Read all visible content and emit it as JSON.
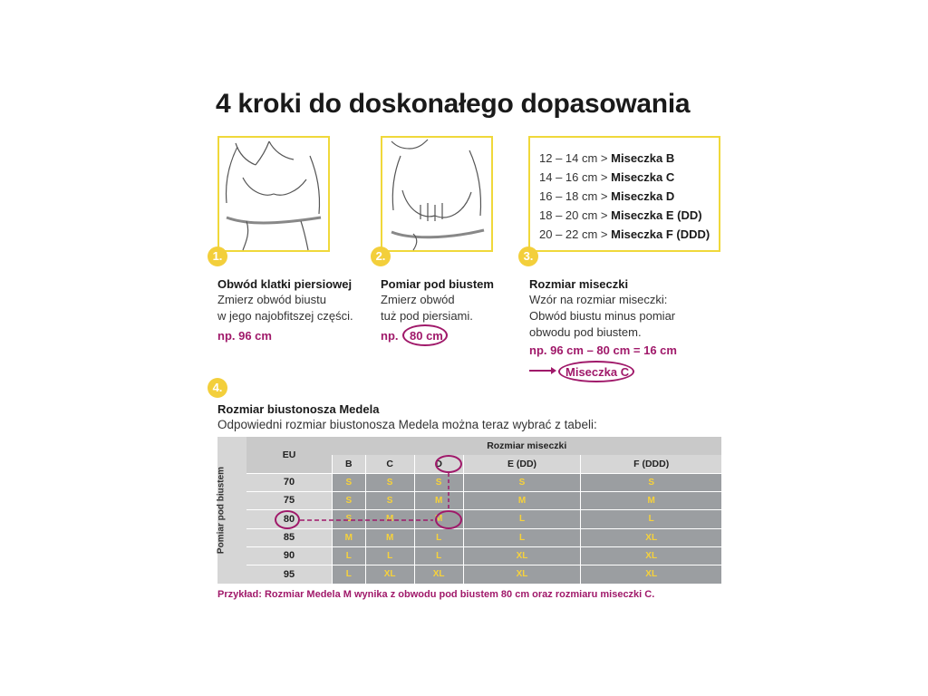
{
  "title": "4 kroki do doskonałego dopasowania",
  "steps": [
    {
      "num": "1.",
      "heading": "Obwód klatki piersiowej",
      "lines": [
        "Zmierz obwód biustu",
        "w jego najobfitszej części."
      ],
      "example": "np. 96 cm"
    },
    {
      "num": "2.",
      "heading": "Pomiar pod biustem",
      "lines": [
        "Zmierz obwód",
        "tuż pod piersiami."
      ],
      "example_prefix": "np.",
      "example_value": "80 cm"
    },
    {
      "num": "3.",
      "heading": "Rozmiar miseczki",
      "lines": [
        "Wzór na rozmiar miseczki:",
        "Obwód biustu minus pomiar",
        "obwodu pod biustem."
      ],
      "formula": "np. 96 cm – 80 cm = 16 cm",
      "result": "Miseczka C"
    },
    {
      "num": "4.",
      "heading": "Rozmiar biustonosza Medela",
      "lines": [
        "Odpowiedni rozmiar biustonosza Medela można teraz wybrać z tabeli:"
      ]
    }
  ],
  "cup_rules": [
    {
      "range": "12 – 14 cm >",
      "cup": "Miseczka B"
    },
    {
      "range": "14 – 16 cm >",
      "cup": "Miseczka C"
    },
    {
      "range": "16 – 18 cm >",
      "cup": "Miseczka D"
    },
    {
      "range": "18 – 20 cm >",
      "cup": "Miseczka E (DD)"
    },
    {
      "range": "20 – 22 cm >",
      "cup": "Miseczka F (DDD)"
    }
  ],
  "table": {
    "corner_label": "EU",
    "cup_header": "Rozmiar miseczki",
    "side_label": "Pomiar pod biustem",
    "cups": [
      "B",
      "C",
      "D",
      "E (DD)",
      "F (DDD)"
    ],
    "rows": [
      {
        "band": "70",
        "sizes": [
          "S",
          "S",
          "S",
          "S",
          "S"
        ]
      },
      {
        "band": "75",
        "sizes": [
          "S",
          "S",
          "M",
          "M",
          "M"
        ]
      },
      {
        "band": "80",
        "sizes": [
          "S",
          "M",
          "M",
          "L",
          "L"
        ]
      },
      {
        "band": "85",
        "sizes": [
          "M",
          "M",
          "L",
          "L",
          "XL"
        ]
      },
      {
        "band": "90",
        "sizes": [
          "L",
          "L",
          "L",
          "XL",
          "XL"
        ]
      },
      {
        "band": "95",
        "sizes": [
          "L",
          "XL",
          "XL",
          "XL",
          "XL"
        ]
      }
    ]
  },
  "example_note": "Przykład: Rozmiar Medela M wynika z obwodu pod biustem 80 cm oraz rozmiaru miseczki C.",
  "colors": {
    "accent_yellow": "#f3cf3b",
    "accent_magenta": "#a0196a",
    "table_cell": "#9b9ea1"
  }
}
